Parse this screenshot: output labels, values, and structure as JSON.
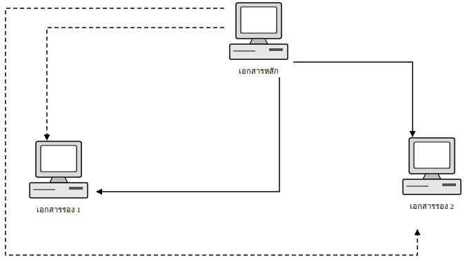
{
  "diagram": {
    "nodes": [
      {
        "text": [
          "เอกสารหลัก"
        ]
      },
      {
        "text": [
          "เอกสารรอง 1"
        ]
      },
      {
        "text": [
          "เอกสารรอง 2"
        ]
      }
    ],
    "edges": [
      {
        "from": 0,
        "to": 2,
        "arrow": "to"
      },
      {
        "from": 0,
        "to": 1,
        "arrow": "to"
      },
      {
        "from": 0,
        "to": 2,
        "arrow": "to"
      },
      {
        "from": 0,
        "to": 1,
        "arrow": "to"
      }
    ]
  }
}
